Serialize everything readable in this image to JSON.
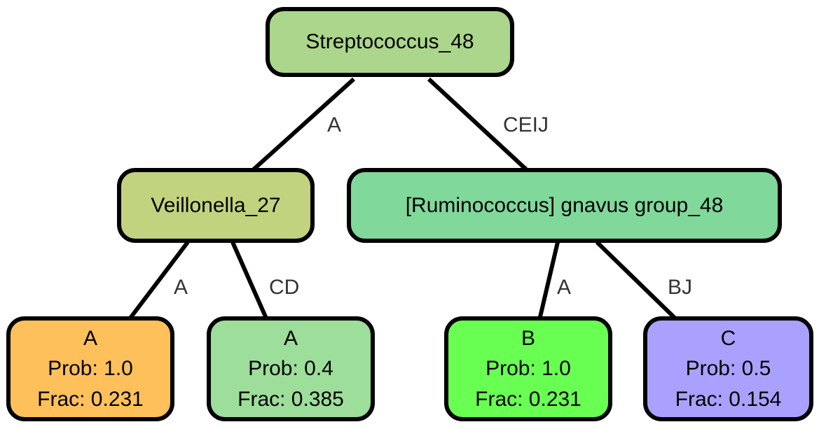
{
  "nodes": {
    "root": {
      "label": "Streptococcus_48",
      "color": "#abd68b"
    },
    "veillonella": {
      "label": "Veillonella_27",
      "color": "#c1d37e"
    },
    "ruminococcus": {
      "label": "[Ruminococcus] gnavus group_48",
      "color": "#80d89a"
    },
    "leaf1": {
      "cls": "A",
      "prob": "Prob: 1.0",
      "frac": "Frac: 0.231",
      "color": "#fec05a"
    },
    "leaf2": {
      "cls": "A",
      "prob": "Prob: 0.4",
      "frac": "Frac: 0.385",
      "color": "#9cde9a"
    },
    "leaf3": {
      "cls": "B",
      "prob": "Prob: 1.0",
      "frac": "Frac: 0.231",
      "color": "#68fe52"
    },
    "leaf4": {
      "cls": "C",
      "prob": "Prob: 0.5",
      "frac": "Frac: 0.154",
      "color": "#aaa1fe"
    }
  },
  "edges": {
    "root_veillonella": "A",
    "root_ruminococcus": "CEIJ",
    "veillonella_leaf1": "A",
    "veillonella_leaf2": "CD",
    "ruminococcus_leaf3": "A",
    "ruminococcus_leaf4": "BJ"
  }
}
